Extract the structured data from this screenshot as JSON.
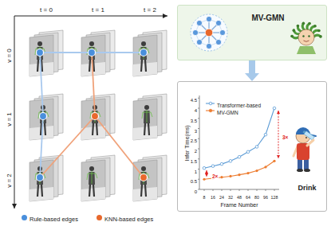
{
  "diagram": {
    "nodes": [
      {
        "text": [
          "MV-GMN"
        ]
      },
      {
        "text": [
          "Drink"
        ]
      }
    ],
    "edges": [
      {
        "from": 0,
        "to": 1,
        "arrow": "to"
      }
    ],
    "labels": [
      "t = 0",
      "t = 1",
      "t = 2",
      "v = 0",
      "v = 1",
      "v = 2",
      "Infer Time(ms)",
      "Frame Number",
      "0",
      "0.5",
      "1",
      "1.5",
      "2",
      "2.5",
      "3",
      "3.5",
      "4",
      "4.5",
      "8",
      "16",
      "24",
      "32",
      "48",
      "64",
      "80",
      "96",
      "128",
      "2×",
      "3×"
    ],
    "legend": [
      {
        "text": "Rule-based edges",
        "color": "#4a8fdc"
      },
      {
        "text": "KNN-based edges",
        "color": "#e8682c"
      },
      {
        "text": "Transformer-based"
      },
      {
        "text": "MV-GMN"
      }
    ]
  }
}
